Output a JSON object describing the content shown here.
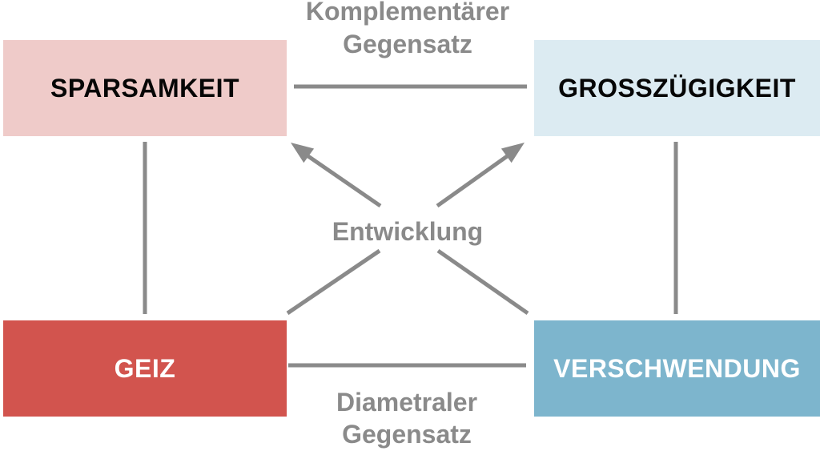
{
  "diagram": {
    "nodes": {
      "sparsamkeit": {
        "label": "SPARSAMKEIT",
        "bg": "#efcbc9",
        "text_color": "#060606"
      },
      "grosszuegigkeit": {
        "label": "GROSSZÜGIGKEIT",
        "bg": "#dcebf2",
        "text_color": "#060606"
      },
      "geiz": {
        "label": "GEIZ",
        "bg": "#d2544e",
        "text_color": "#ffffff"
      },
      "verschwendung": {
        "label": "VERSCHWENDUNG",
        "bg": "#7db5cd",
        "text_color": "#ffffff"
      }
    },
    "edge_labels": {
      "top": "Komplementärer\nGegensatz",
      "center": "Entwicklung",
      "bottom": "Diametraler\nGegensatz"
    },
    "line_color": "#8a8a8a",
    "label_color": "#8a8a8a"
  }
}
